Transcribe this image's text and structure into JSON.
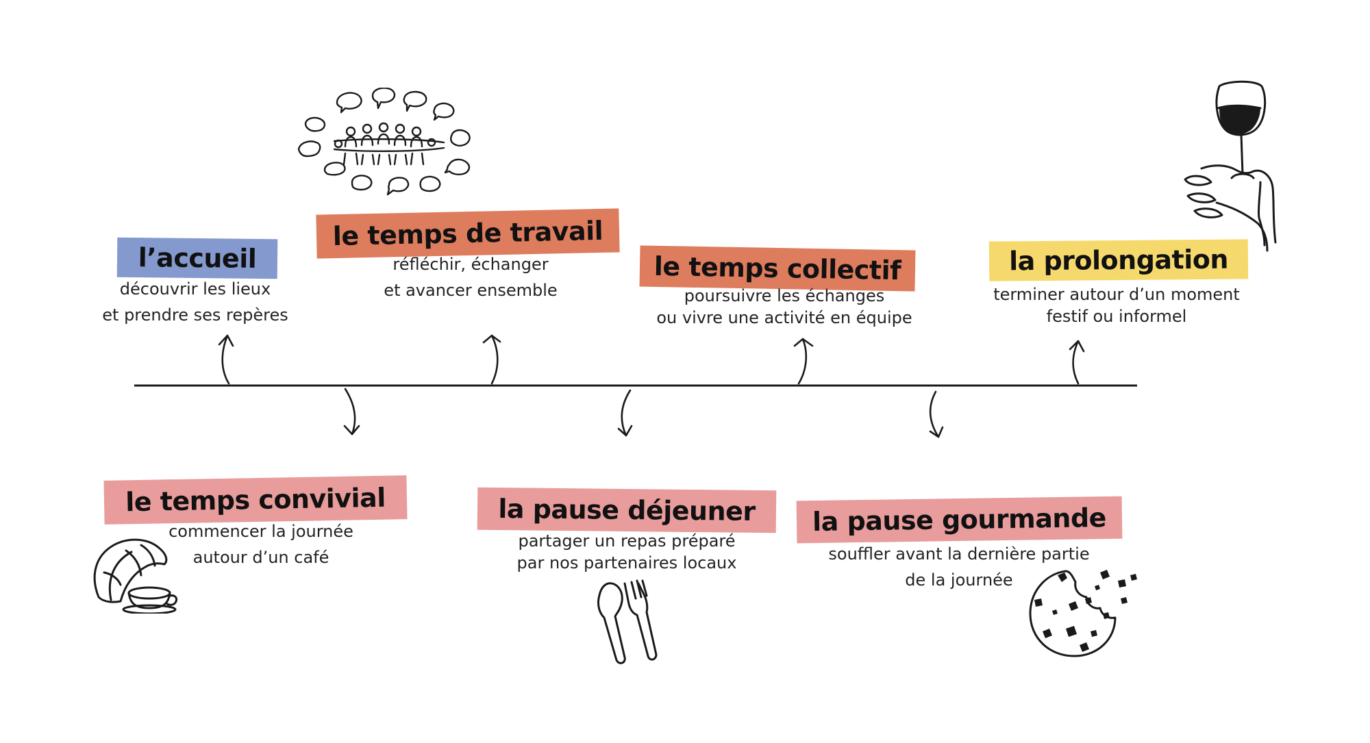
{
  "colors": {
    "blue": "#8499cd",
    "orange": "#de7c5e",
    "yellow": "#f6d96d",
    "pink": "#e89c9c",
    "line": "#1a1a1a"
  },
  "top_steps": [
    {
      "title": "l’accueil",
      "color": "blue",
      "lines": [
        "découvrir les lieux",
        "et prendre ses repères"
      ]
    },
    {
      "title": "le temps de travail",
      "color": "orange",
      "lines": [
        "réfléchir, échanger",
        "et avancer ensemble"
      ],
      "icon": "people-discussion-icon"
    },
    {
      "title": "le temps collectif",
      "color": "orange",
      "lines": [
        "poursuivre les échanges",
        "ou vivre une activité en équipe"
      ]
    },
    {
      "title": "la prolongation",
      "color": "yellow",
      "lines": [
        "terminer autour d’un moment",
        "festif ou informel"
      ],
      "icon": "wine-glass-icon"
    }
  ],
  "bottom_steps": [
    {
      "title": "le temps convivial",
      "color": "pink",
      "lines": [
        "commencer la journée",
        "autour d’un café"
      ],
      "icon": "croissant-coffee-icon"
    },
    {
      "title": "la pause déjeuner",
      "color": "pink",
      "lines": [
        "partager un repas préparé",
        "par nos partenaires locaux"
      ],
      "icon": "spoon-fork-icon"
    },
    {
      "title": "la pause gourmande",
      "color": "pink",
      "lines": [
        "souffler avant la dernière partie",
        "de la journée"
      ],
      "icon": "cookie-icon"
    }
  ]
}
